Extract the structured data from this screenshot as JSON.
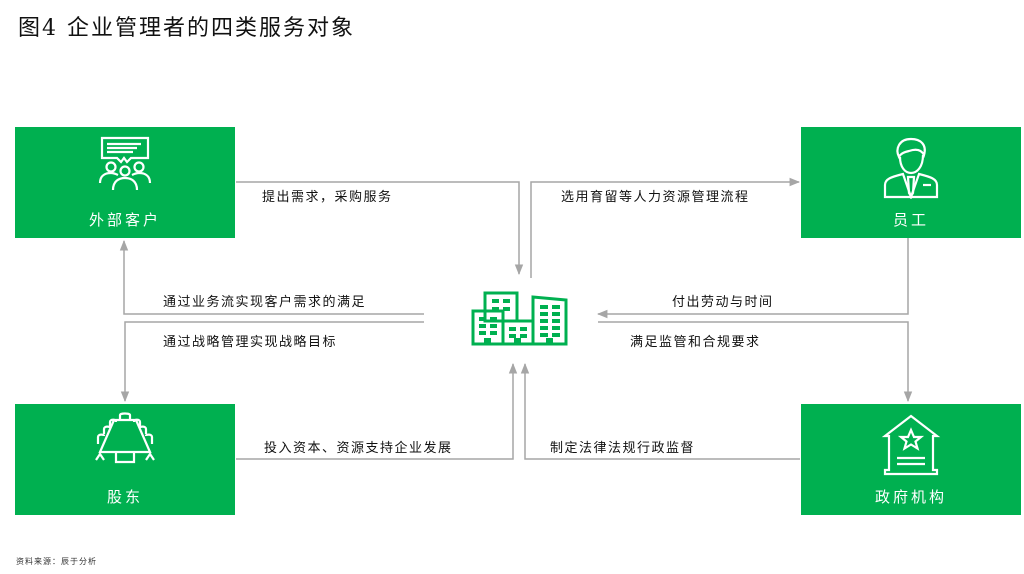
{
  "title": "图4  企业管理者的四类服务对象",
  "colors": {
    "accent": "#00B050",
    "connector": "#A6A6A6"
  },
  "center": {
    "icon": "office-buildings-icon"
  },
  "nodes": {
    "customers": {
      "label": "外部客户",
      "icon": "customer-group-chat-icon"
    },
    "employees": {
      "label": "员工",
      "icon": "employee-businessman-icon"
    },
    "shareholders": {
      "label": "股东",
      "icon": "boardroom-meeting-table-icon"
    },
    "government": {
      "label": "政府机构",
      "icon": "government-building-star-icon"
    }
  },
  "flows": {
    "customers_to_center": "提出需求，采购服务",
    "center_to_employees": "选用育留等人力资源管理流程",
    "center_to_customers": "通过业务流实现客户需求的满足",
    "employees_to_center": "付出劳动与时间",
    "center_to_shareholders": "通过战略管理实现战略目标",
    "center_to_government": "满足监管和合规要求",
    "shareholders_to_center": "投入资本、资源支持企业发展",
    "government_to_center": "制定法律法规行政监督"
  },
  "source": "资料来源：辰于分析"
}
